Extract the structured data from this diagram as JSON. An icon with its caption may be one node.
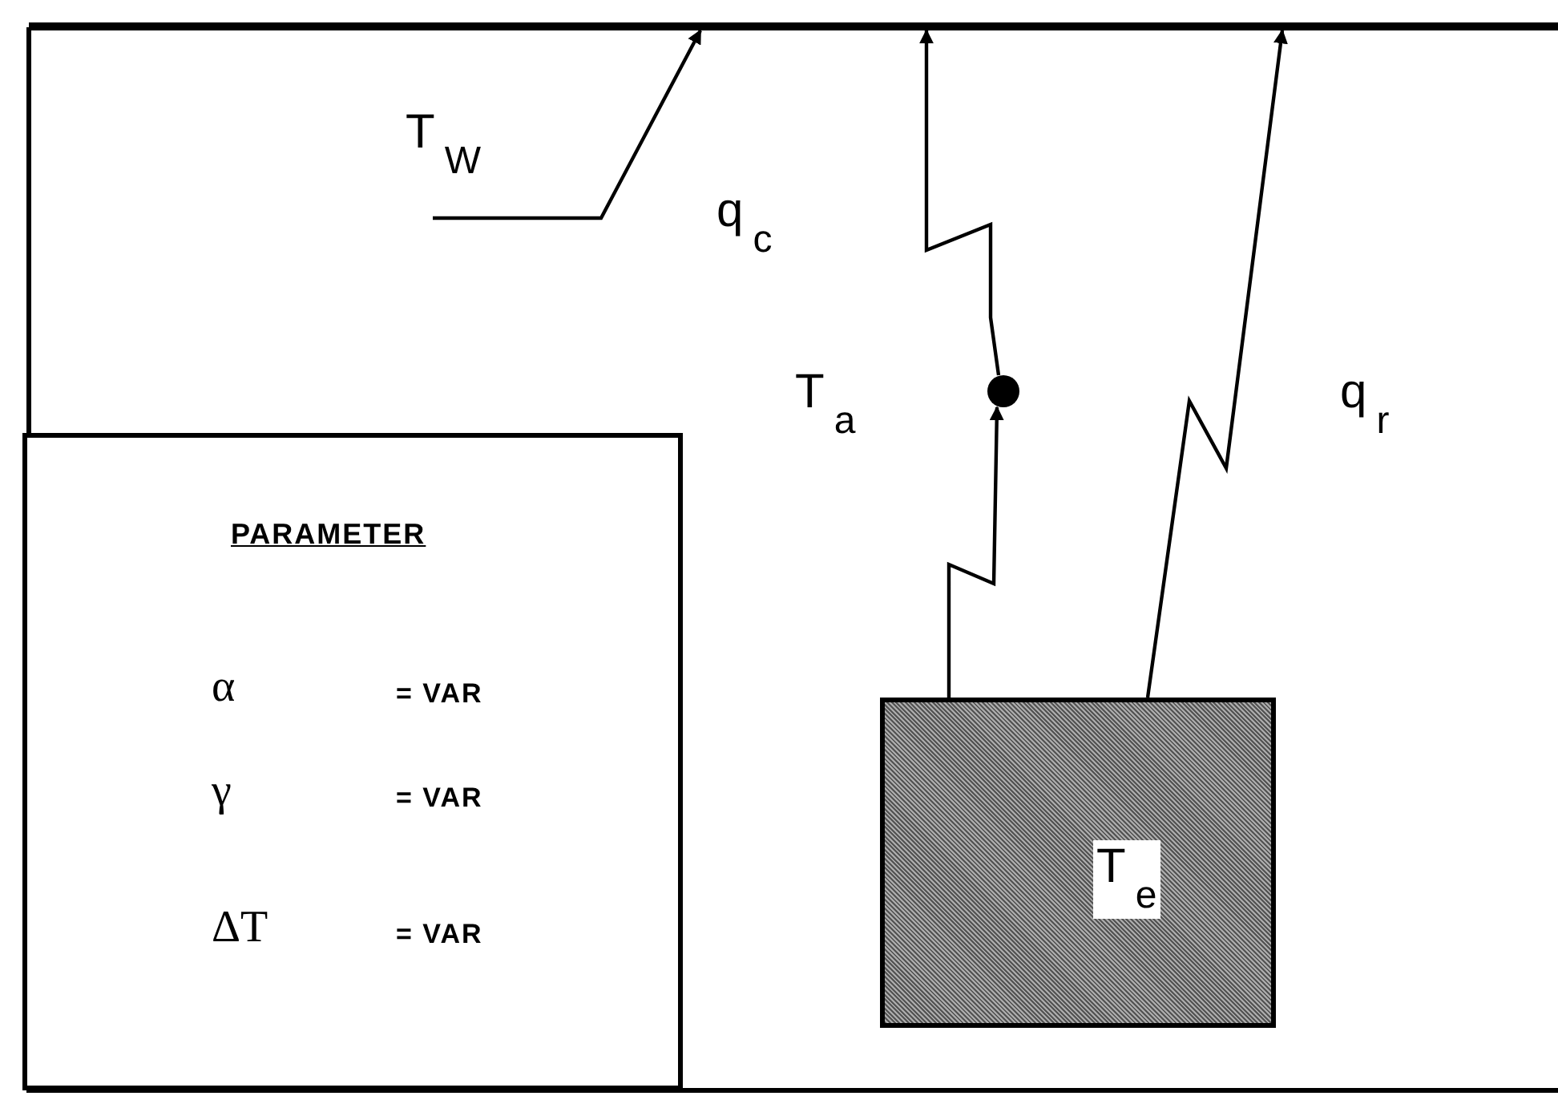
{
  "diagram": {
    "nodes": [
      {
        "text": [],
        "shape": "bar"
      },
      {
        "text": [
          "T$_{W}$"
        ]
      },
      {
        "text": [
          "PARAMETER",
          "α",
          "= VAR",
          "γ",
          "= VAR",
          "ΔT",
          "= VAR"
        ]
      },
      {
        "text": [],
        "shape": "circle",
        "beside": [
          "T$_{a}$"
        ]
      },
      {
        "text": [
          "T$_{e}$"
        ]
      }
    ],
    "edges": [
      {
        "from": 1,
        "to": 0,
        "arrow": "to"
      },
      {
        "from": 3,
        "to": 0,
        "arrow": "to",
        "label": "q$_{c}$"
      },
      {
        "from": 4,
        "to": 3,
        "arrow": "to"
      },
      {
        "from": 4,
        "to": 0,
        "arrow": "to",
        "label": "q$_{r}$"
      }
    ]
  }
}
